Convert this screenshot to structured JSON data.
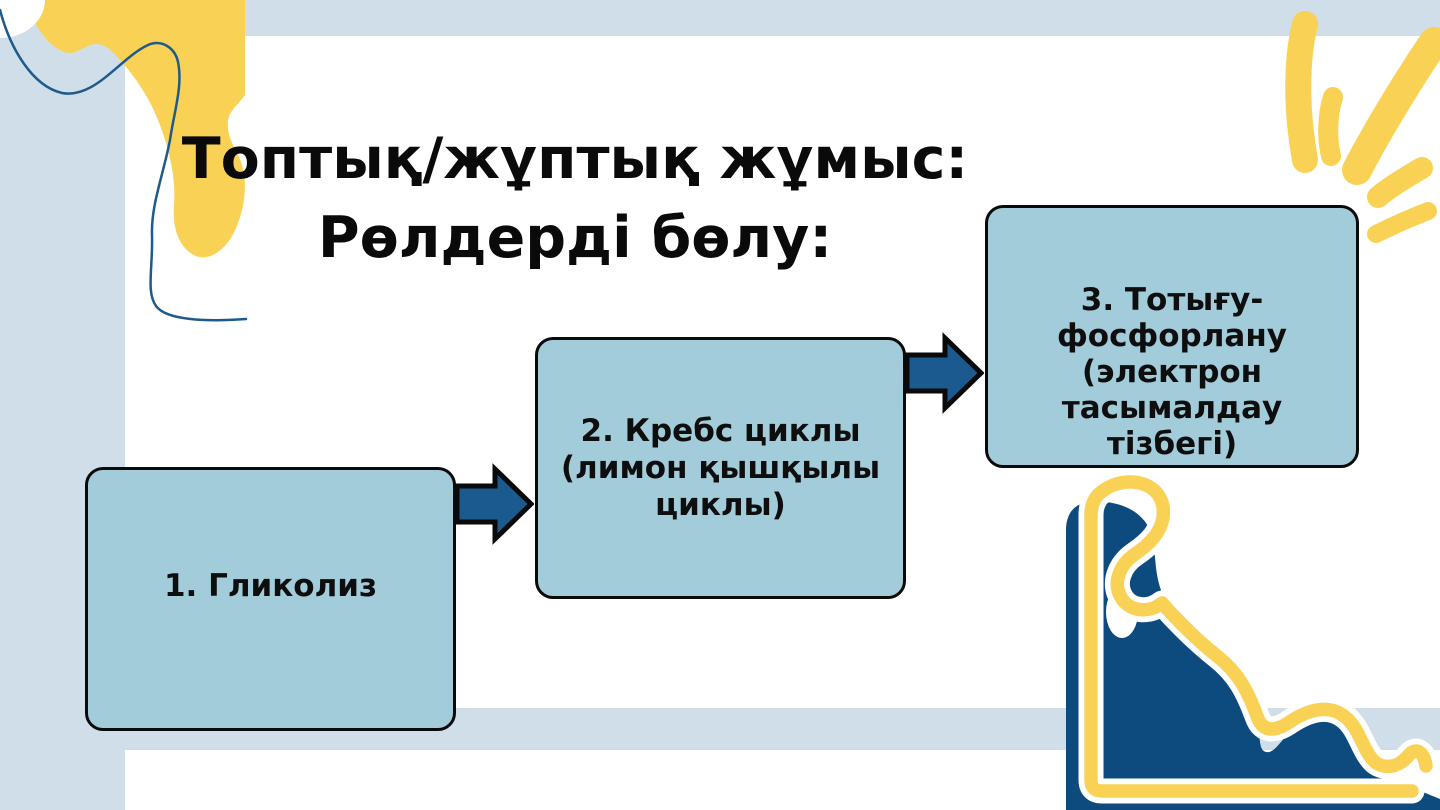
{
  "slide": {
    "title": {
      "line1": "Топтық/жұптық жұмыс:",
      "line2": "Рөлдерді бөлу:"
    },
    "flow": {
      "boxes": [
        {
          "id": "1",
          "lines": [
            "1. Гликолиз"
          ]
        },
        {
          "id": "2",
          "lines": [
            "2. Кребс циклы",
            "(лимон қышқылы",
            "циклы)"
          ]
        },
        {
          "id": "3",
          "lines": [
            "3. Тотығу-",
            "фосфорлану",
            "(электрон",
            "тасымалдау",
            "тізбегі)"
          ]
        }
      ],
      "connectors": [
        "arrow-right",
        "arrow-right"
      ]
    },
    "colors": {
      "background": "#ffffff",
      "band": "#cfdee9",
      "box_fill": "#a3ccda",
      "outline": "#0a0a0a",
      "arrow_blue": "#1b5a8e",
      "navy_decoration": "#0d4b7e",
      "yellow_decoration": "#f9d255",
      "text": "#0a0a0a"
    }
  }
}
